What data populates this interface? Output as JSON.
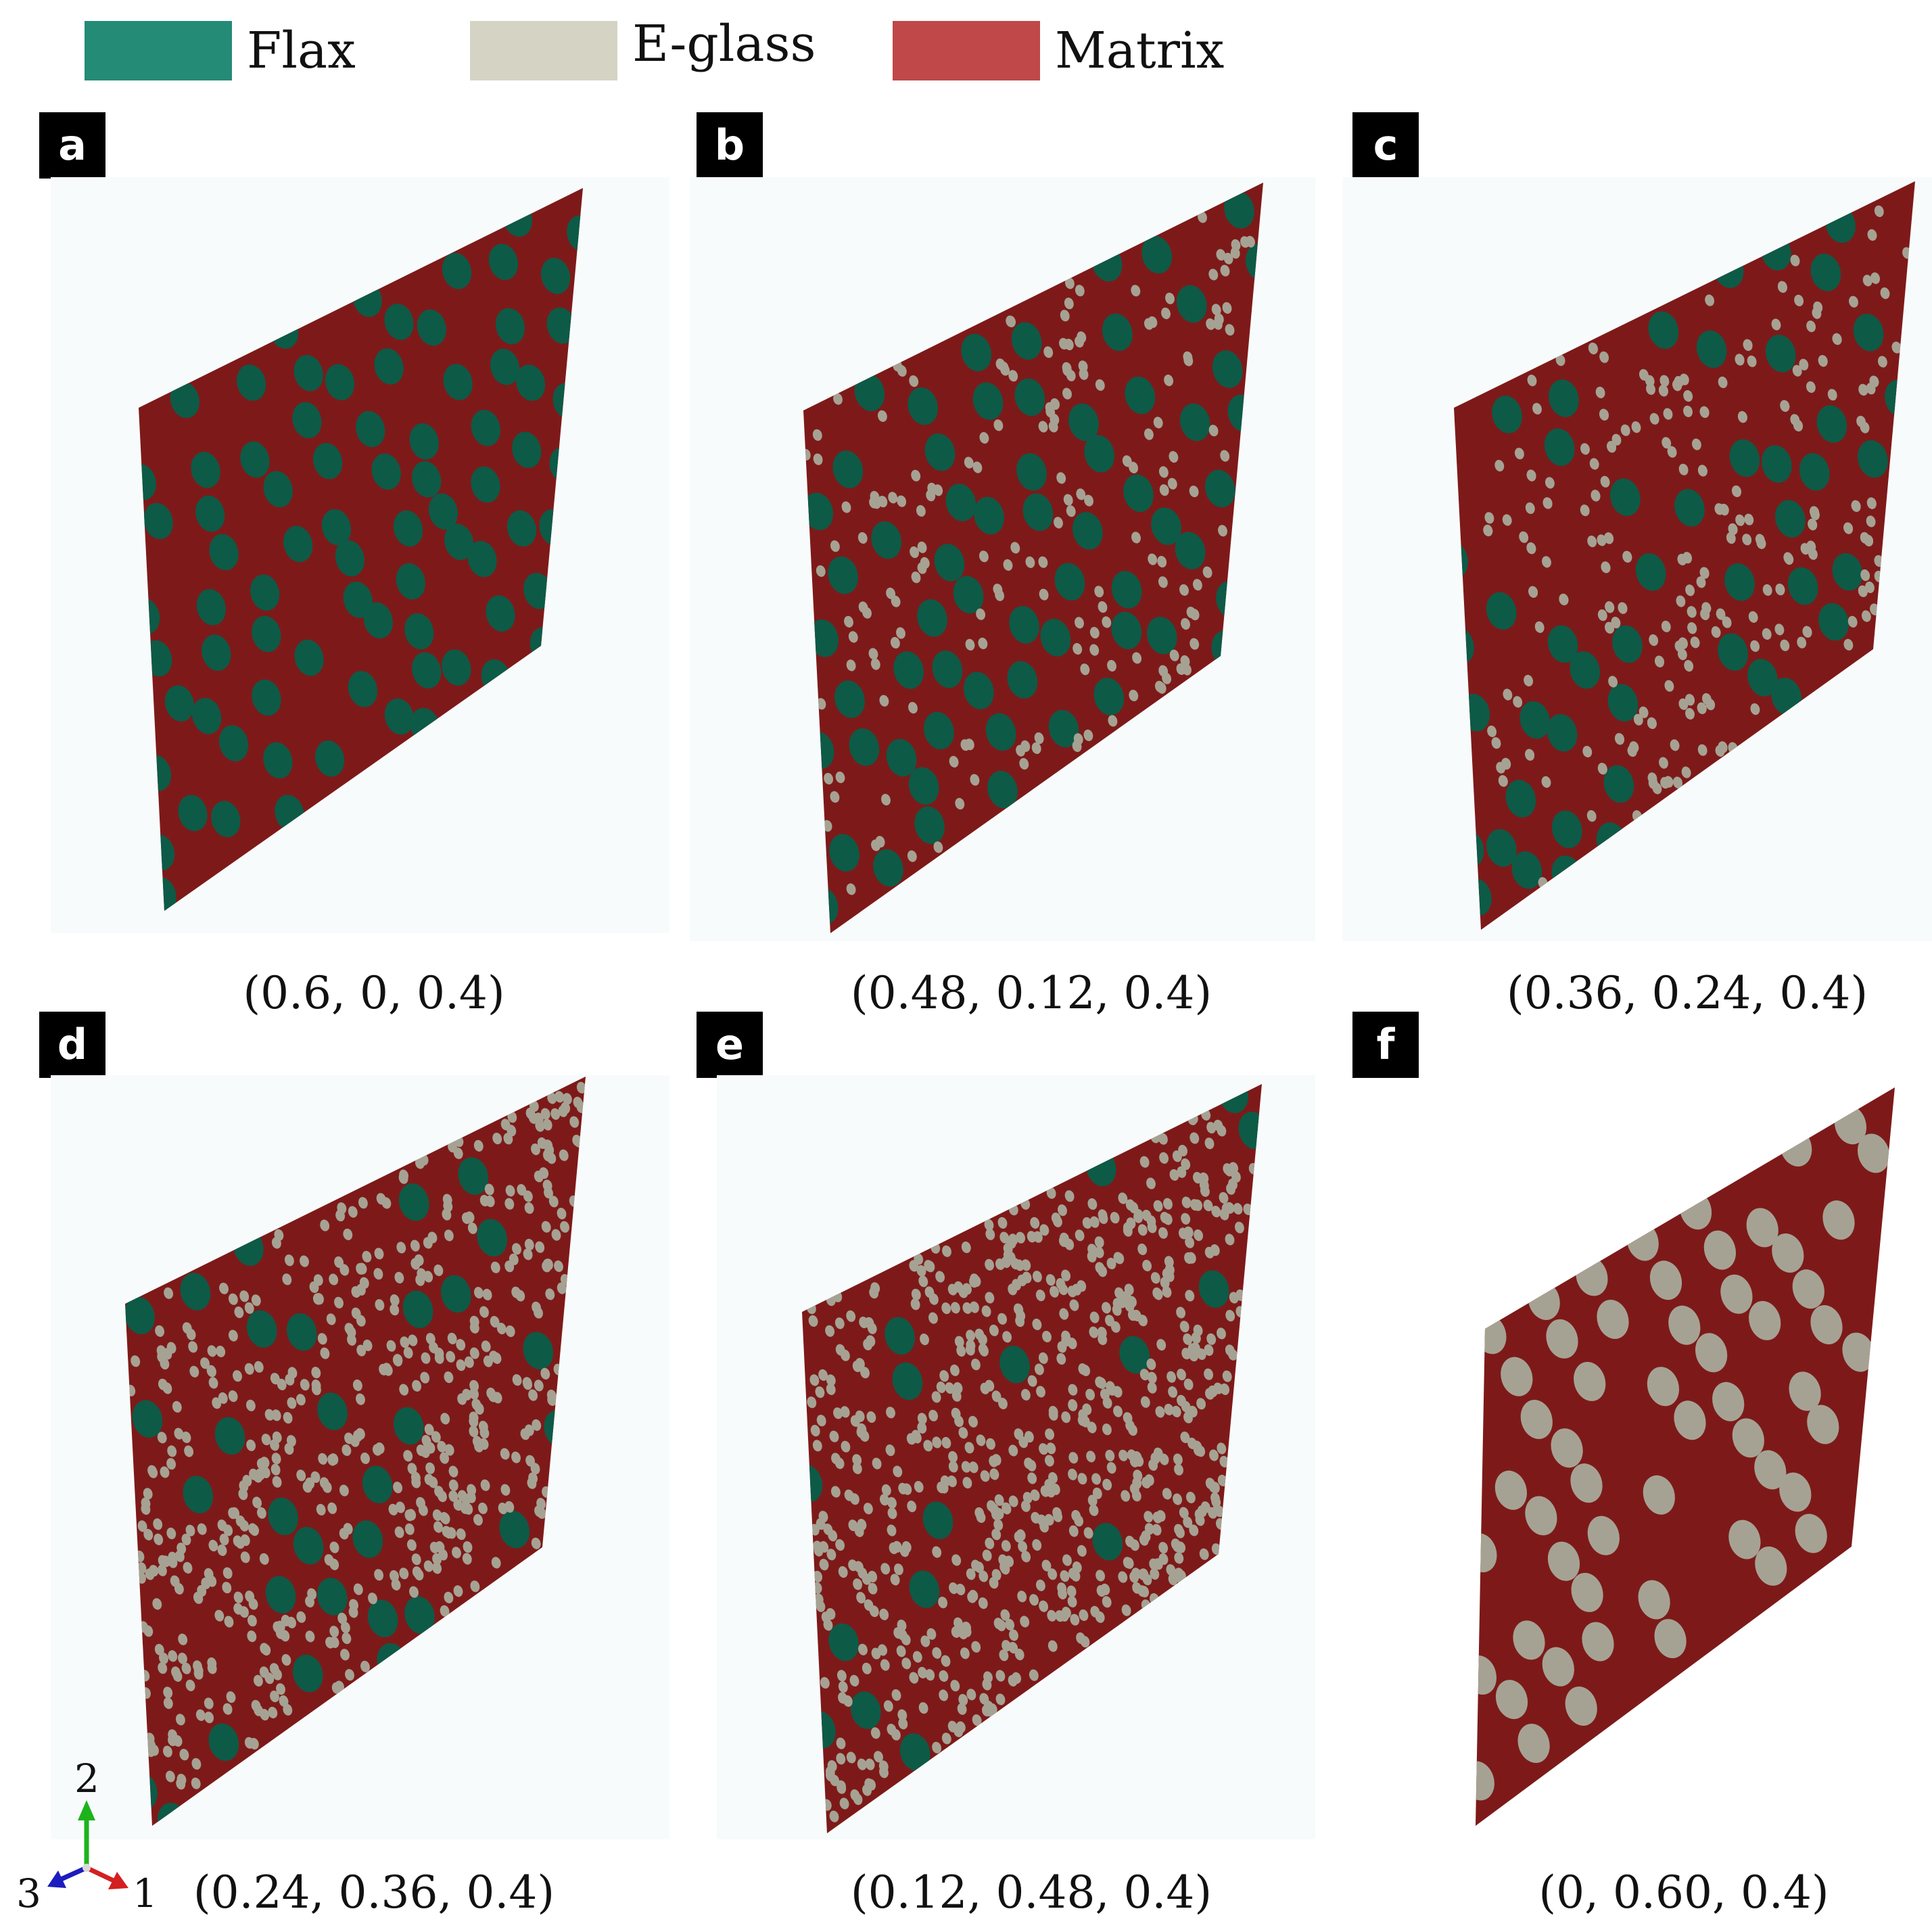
{
  "legend": [
    {
      "label": "Flax",
      "color": "#238b76"
    },
    {
      "label": "E-glass",
      "color": "#d5d4c4"
    },
    {
      "label": "Matrix",
      "color": "#c04848"
    }
  ],
  "render_colors": {
    "flax": "#0d5a47",
    "eglass": "#a6a293",
    "matrix": "#7d1a19",
    "background": "#f8fbfc"
  },
  "panels": [
    {
      "letter": "a",
      "caption": "(0.6, 0, 0.4)",
      "flax_fraction": 0.6,
      "eglass_fraction": 0,
      "matrix_fraction": 0.4
    },
    {
      "letter": "b",
      "caption": "(0.48, 0.12, 0.4)",
      "flax_fraction": 0.48,
      "eglass_fraction": 0.12,
      "matrix_fraction": 0.4
    },
    {
      "letter": "c",
      "caption": "(0.36, 0.24, 0.4)",
      "flax_fraction": 0.36,
      "eglass_fraction": 0.24,
      "matrix_fraction": 0.4
    },
    {
      "letter": "d",
      "caption": "(0.24, 0.36, 0.4)",
      "flax_fraction": 0.24,
      "eglass_fraction": 0.36,
      "matrix_fraction": 0.4
    },
    {
      "letter": "e",
      "caption": "(0.12, 0.48, 0.4)",
      "flax_fraction": 0.12,
      "eglass_fraction": 0.48,
      "matrix_fraction": 0.4
    },
    {
      "letter": "f",
      "caption": "(0, 0.60, 0.4)",
      "flax_fraction": 0,
      "eglass_fraction": 0.6,
      "matrix_fraction": 0.4
    }
  ],
  "axes": {
    "axis_2": "2",
    "axis_3": "3",
    "axis_1": "1"
  }
}
